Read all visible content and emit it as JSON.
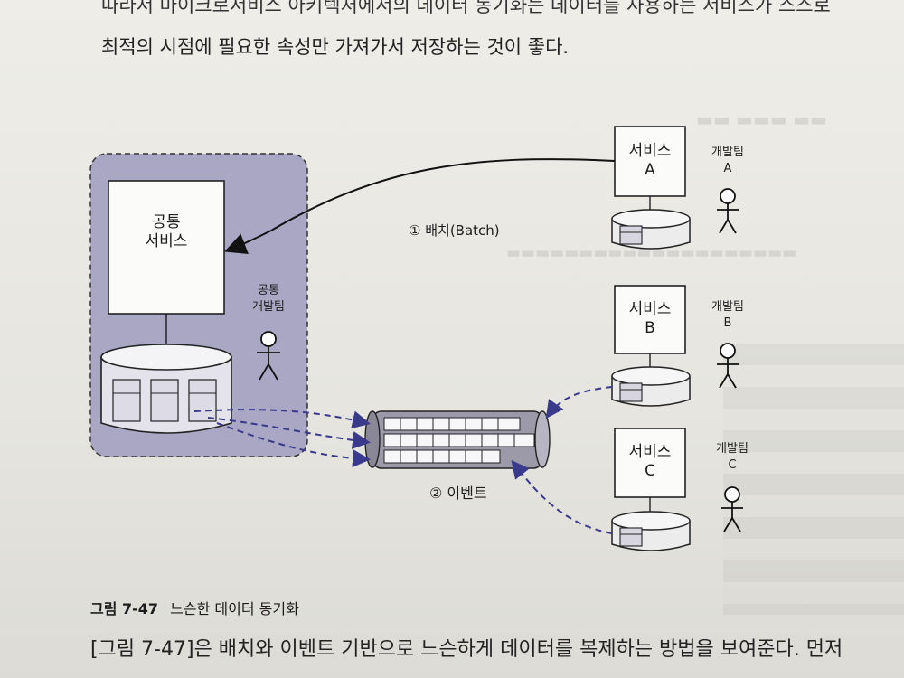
{
  "text": {
    "top_line": "따라서 마이크로서비스 아키텍처에서의 데이터 동기화는 데이터를 사용하는 서비스가 스스로",
    "line1": "최적의 시점에 필요한 속성만 가져가서 저장하는 것이 좋다.",
    "bottom_line": "[그림 7-47]은 배치와 이벤트 기반으로 느슨하게 데이터를 복제하는 방법을 보여준다. 먼저"
  },
  "figure": {
    "common_service": {
      "line1": "공통",
      "line2": "서비스",
      "team_line1": "공통",
      "team_line2": "개발팀"
    },
    "services": [
      {
        "line1": "서비스",
        "line2": "A",
        "team_line1": "개발팀",
        "team_line2": "A"
      },
      {
        "line1": "서비스",
        "line2": "B",
        "team_line1": "개발팀",
        "team_line2": "B"
      },
      {
        "line1": "서비스",
        "line2": "C",
        "team_line1": "개발팀",
        "team_line2": "C"
      }
    ],
    "batch_label": "① 배치(Batch)",
    "event_label": "② 이벤트",
    "caption_number": "그림 7-47",
    "caption_text": "느슨한 데이터 동기화",
    "colors": {
      "highlight_region": "#a9a7c4",
      "event_arrow": "#3a3a8c",
      "batch_arrow": "#111111",
      "queue_fill": "#9c9aa8"
    }
  }
}
